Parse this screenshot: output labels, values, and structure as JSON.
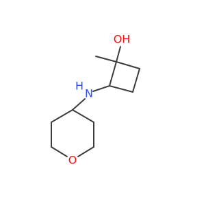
{
  "molecule": {
    "labels": {
      "oh": "OH",
      "nh": "N",
      "nh_h": "H",
      "o": "O"
    },
    "colors": {
      "bond": "#3c3c3c",
      "oxygen": "#ff0d0d",
      "nitrogen": "#3050f8",
      "background": "#ffffff"
    }
  }
}
